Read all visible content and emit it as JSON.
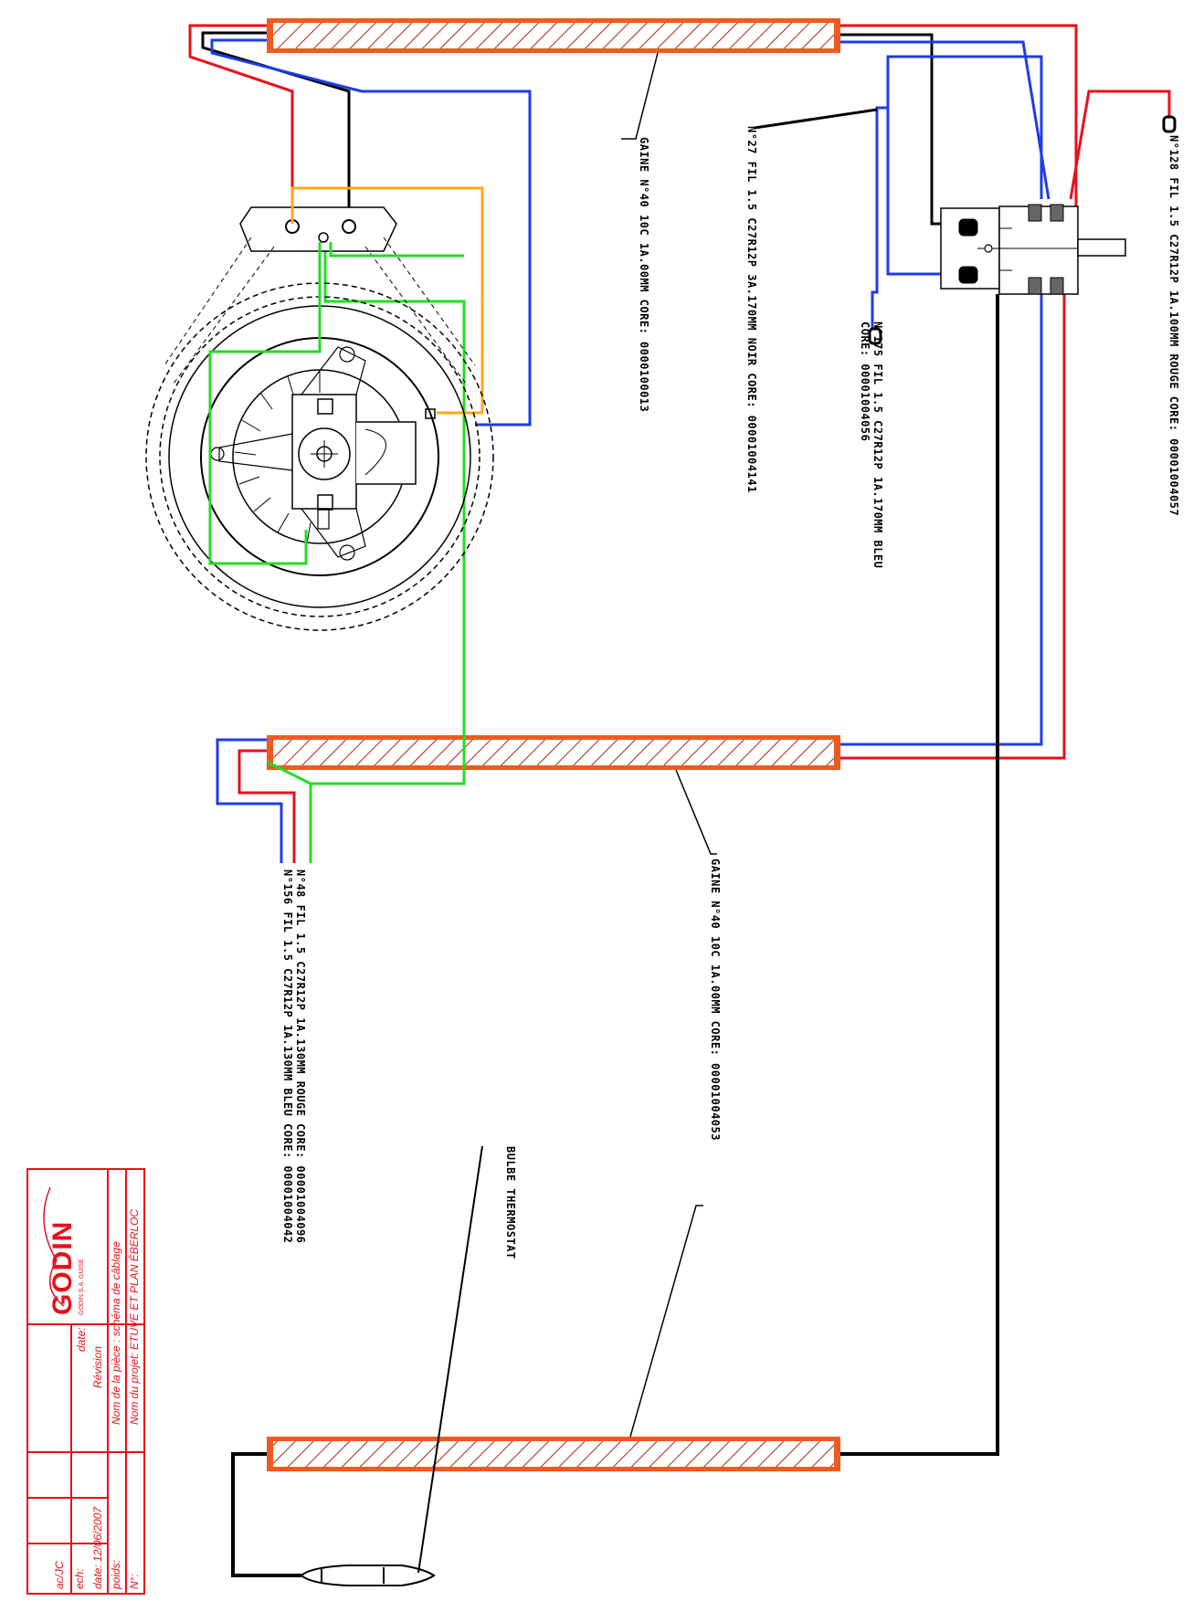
{
  "labels": {
    "gaine_top": "GAINE N°40 10C 1A.00MM CORE: 0000100013",
    "fil_27": "N°27 FIL 1.5 C27R12P 3A.170MM NOIR CORE: 00001004141",
    "fil_175": "N°175 FIL 1.5 C27R12P 1A.170MM BLEU CORE: 00001004056",
    "fil_128": "N°128 FIL 1.5 C27R12P 1A.100MM ROUGE CORE: 00001004057",
    "fil_48": "N°48 FIL 1.5 C27R12P 1A.130MM ROUGE CORE: 00001004096",
    "fil_156": "N°156 FIL 1.5 C27R12P 1A.130MM BLEU CORE: 00001004042",
    "gaine_bottom": "GAINE N°40 10C 1A.00MM CORE: 00001004053",
    "bulbe": "BULBE THERMOSTAT"
  },
  "title_block": {
    "logo": "GODIN",
    "logo_sub": "GODIN S.A. GUISE",
    "project": "Nom du projet: ETUVE ET PLAN ÉBERLOC",
    "piece": "Nom de la pièce : schéma de câblage",
    "revision": "Révision",
    "date_label": "date:",
    "ref_label": "N°:",
    "poids": "poids:",
    "creation_date": "date: 12/06/2007",
    "echelle": "ech:",
    "author": "ac/JC"
  },
  "colors": {
    "heater_fill": "#f05a1e",
    "heater_hatch": "#b0211a",
    "wire_red": "#e8101a",
    "wire_blue": "#1e3ce8",
    "wire_black": "#000000",
    "wire_green": "#22dd22",
    "wire_orange": "#ffa81e",
    "title_red": "#e8101a"
  }
}
